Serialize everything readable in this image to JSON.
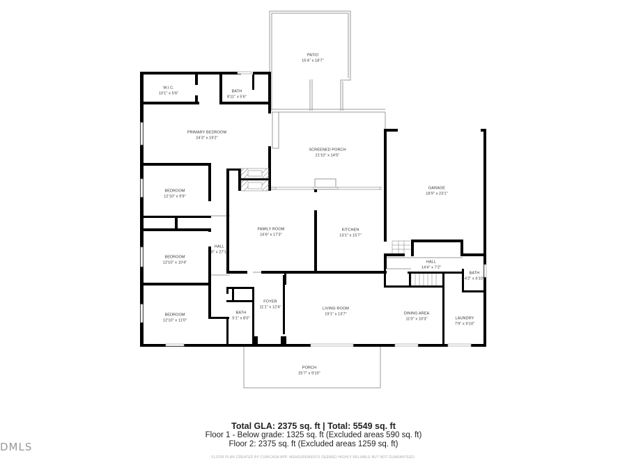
{
  "rooms": {
    "patio": {
      "name": "PATIO",
      "dim": "15'4\" x 18'7\""
    },
    "wic": {
      "name": "W.I.C.",
      "dim": "10'1\" x 5'6\""
    },
    "bath_primary": {
      "name": "BATH",
      "dim": "8'11\" x 5'6\""
    },
    "primary_bedroom": {
      "name": "PRIMARY BEDROOM",
      "dim": "24'3\" x 19'2\""
    },
    "screened_porch": {
      "name": "SCREENED PORCH",
      "dim": "21'10\" x 14'5\""
    },
    "garage": {
      "name": "GARAGE",
      "dim": "18'9\" x 23'1\""
    },
    "bedroom_1": {
      "name": "BEDROOM",
      "dim": "12'10\" x 9'9\""
    },
    "family_room": {
      "name": "FAMILY ROOM",
      "dim": "16'6\" x 17'3\""
    },
    "kitchen": {
      "name": "KITCHEN",
      "dim": "13'1\" x 15'7\""
    },
    "bedroom_2": {
      "name": "BEDROOM",
      "dim": "12'10\" x 10'4\""
    },
    "hall_left": {
      "name": "HALL",
      "dim": "0\" x 27'1\""
    },
    "hall_right": {
      "name": "HALL",
      "dim": "14'4\" x 7'2\""
    },
    "bath_small": {
      "name": "BATH",
      "dim": "4'2\" x 6'10\""
    },
    "foyer": {
      "name": "FOYER",
      "dim": "11'1\" x 12'4\""
    },
    "bath_hall": {
      "name": "BATH",
      "dim": "5'1\" x 8'0\""
    },
    "bedroom_3": {
      "name": "BEDROOM",
      "dim": "12'10\" x 11'0\""
    },
    "living_room": {
      "name": "LIVING ROOM",
      "dim": "19'1\" x 13'7\""
    },
    "dining_area": {
      "name": "DINING AREA",
      "dim": "11'0\" x 10'3\""
    },
    "laundry": {
      "name": "LAUNDRY",
      "dim": "7'9\" x 9'10\""
    },
    "porch": {
      "name": "PORCH",
      "dim": "25'7\" x 9'10\""
    }
  },
  "summary": {
    "title": "Total GLA: 2375 sq. ft | Total: 5549 sq. ft",
    "line1": "Floor 1 - Below grade: 1325 sq. ft (Excluded areas 590 sq. ft)",
    "line2": "Floor 2: 2375 sq. ft (Excluded areas 1259 sq. ft)",
    "disclaimer": "FLOOR PLAN CREATED BY CUBICASA APP. MEASUREMENTS DEEMED HIGHLY RELIABLE BUT NOT GUARANTEED."
  },
  "watermark": "DMLS",
  "colors": {
    "wall": "#000000",
    "thin_wall": "#999999",
    "window": "#cccccc",
    "text": "#333333"
  }
}
